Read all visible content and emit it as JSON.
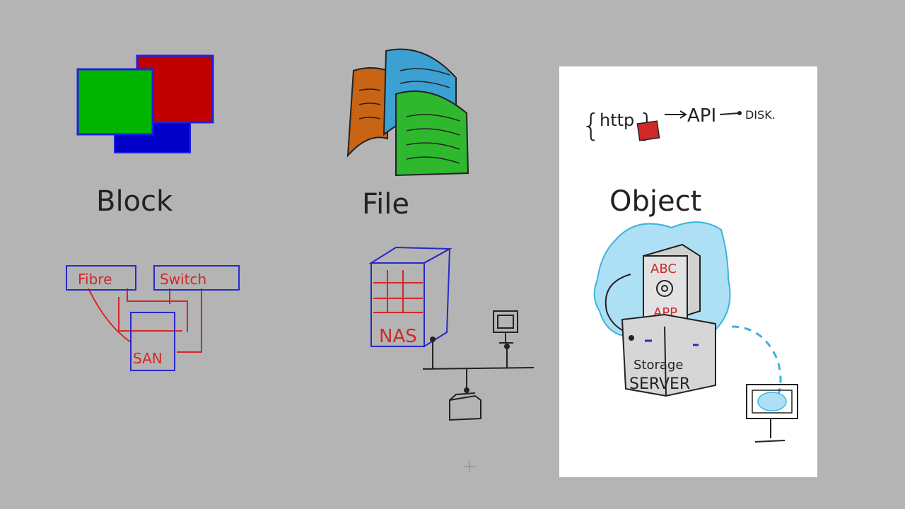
{
  "labels": {
    "block": "Block",
    "file": "File",
    "object": "Object"
  },
  "block_network": {
    "fibre": "Fibre",
    "switch": "Switch",
    "san": "SAN"
  },
  "file_network": {
    "nas": "NAS"
  },
  "object_panel": {
    "http": "http",
    "api": "API",
    "disk": "DISK.",
    "app_top": "ABC",
    "app_bottom": "APP",
    "storage_top": "Storage",
    "storage_bottom": "SERVER"
  },
  "colors": {
    "background": "#b4b4b4",
    "panel": "#ffffff",
    "green": "#00b400",
    "red": "#c00000",
    "blue": "#0000c8",
    "orange": "#c86414",
    "sky": "#3ca0d2",
    "cloud": "#aee0f5",
    "ink": "#222222",
    "wire_red": "#d22828",
    "wire_blue": "#2828c8"
  }
}
